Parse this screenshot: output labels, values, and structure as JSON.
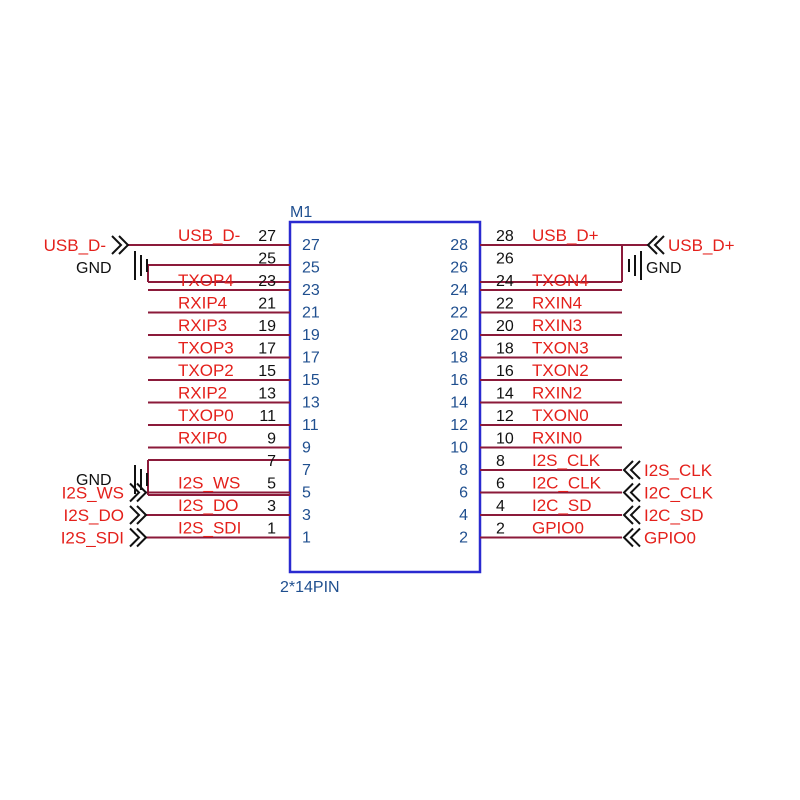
{
  "component": {
    "ref": "M1",
    "value": "2*14PIN",
    "body_color": "#2a2ad0",
    "wire_color": "#8b1a3a",
    "label_color": "#e4201b",
    "pin_number_color": "#1f4f8f"
  },
  "left_rows": [
    {
      "pin": "27",
      "net": "USB_D-"
    },
    {
      "pin": "25",
      "net": ""
    },
    {
      "pin": "23",
      "net": "TXOP4"
    },
    {
      "pin": "21",
      "net": "RXIP4"
    },
    {
      "pin": "19",
      "net": "RXIP3"
    },
    {
      "pin": "17",
      "net": "TXOP3"
    },
    {
      "pin": "15",
      "net": "TXOP2"
    },
    {
      "pin": "13",
      "net": "RXIP2"
    },
    {
      "pin": "11",
      "net": "TXOP0"
    },
    {
      "pin": "9",
      "net": "RXIP0"
    },
    {
      "pin": "7",
      "net": ""
    },
    {
      "pin": "5",
      "net": "I2S_WS"
    },
    {
      "pin": "3",
      "net": "I2S_DO"
    },
    {
      "pin": "1",
      "net": "I2S_SDI"
    }
  ],
  "right_rows": [
    {
      "pin": "28",
      "net": "USB_D+"
    },
    {
      "pin": "26",
      "net": ""
    },
    {
      "pin": "24",
      "net": "TXON4"
    },
    {
      "pin": "22",
      "net": "RXIN4"
    },
    {
      "pin": "20",
      "net": "RXIN3"
    },
    {
      "pin": "18",
      "net": "TXON3"
    },
    {
      "pin": "16",
      "net": "TXON2"
    },
    {
      "pin": "14",
      "net": "RXIN2"
    },
    {
      "pin": "12",
      "net": "TXON0"
    },
    {
      "pin": "10",
      "net": "RXIN0"
    },
    {
      "pin": "8",
      "net": "I2S_CLK"
    },
    {
      "pin": "6",
      "net": "I2C_CLK"
    },
    {
      "pin": "4",
      "net": "I2C_SD"
    },
    {
      "pin": "2",
      "net": "GPIO0"
    }
  ],
  "ports_left": [
    {
      "label": "USB_D-"
    },
    {
      "label": "I2S_WS"
    },
    {
      "label": "I2S_DO"
    },
    {
      "label": "I2S_SDI"
    }
  ],
  "ports_right": [
    {
      "label": "USB_D+"
    },
    {
      "label": "I2S_CLK"
    },
    {
      "label": "I2C_CLK"
    },
    {
      "label": "I2C_SD"
    },
    {
      "label": "GPIO0"
    }
  ],
  "gnd": [
    {
      "label": "GND"
    },
    {
      "label": "GND"
    },
    {
      "label": "GND"
    }
  ]
}
